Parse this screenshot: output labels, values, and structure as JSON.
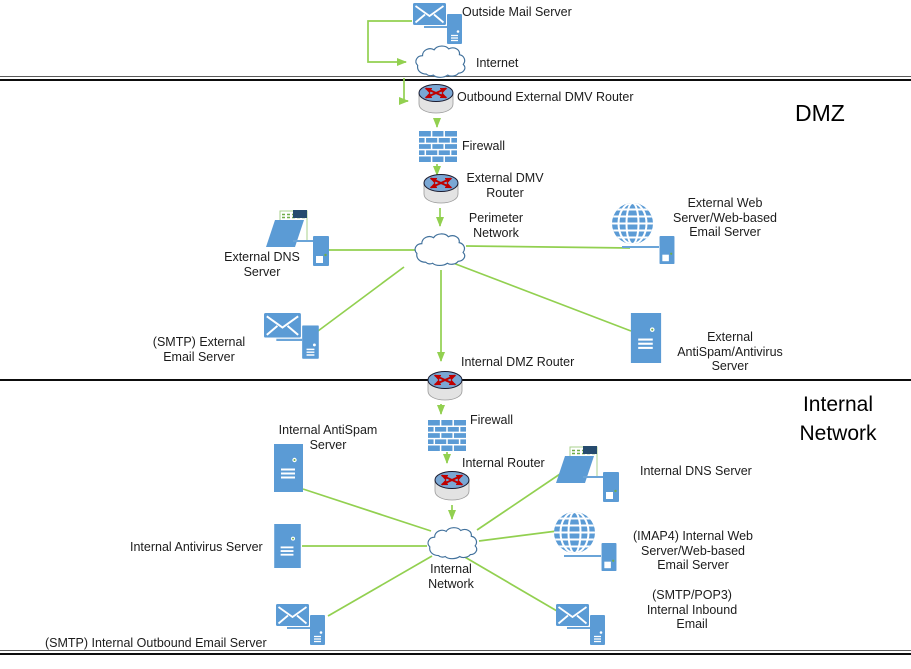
{
  "zones": {
    "dmz_label": "DMZ",
    "internal_label": "Internal Network"
  },
  "nodes": {
    "outside_mail": {
      "label": "Outside Mail Server",
      "icon": "mail-server-icon"
    },
    "internet": {
      "label": "Internet",
      "icon": "cloud-icon"
    },
    "outbound_router": {
      "label": "Outbound External DMV Router",
      "icon": "router-icon"
    },
    "firewall_dmz": {
      "label": "Firewall",
      "icon": "firewall-icon"
    },
    "external_dmv_router": {
      "label": "External DMV Router",
      "icon": "router-icon"
    },
    "perimeter_network": {
      "label": "Perimeter Network",
      "icon": "cloud-icon"
    },
    "external_dns": {
      "label": "External DNS Server",
      "icon": "dns-folder-server-icon"
    },
    "smtp_external": {
      "label": "(SMTP) External Email Server",
      "icon": "mail-server-icon"
    },
    "external_web": {
      "label": "External Web Server/Web-based Email Server",
      "icon": "globe-server-icon"
    },
    "external_antispam": {
      "label": "External AntiSpam/Antivirus Server",
      "icon": "tower-server-icon"
    },
    "internal_dmz_router": {
      "label": "Internal DMZ Router",
      "icon": "router-icon"
    },
    "firewall_internal": {
      "label": "Firewall",
      "icon": "firewall-icon"
    },
    "internal_router": {
      "label": "Internal Router",
      "icon": "router-icon"
    },
    "internal_network": {
      "label": "Internal Network",
      "icon": "cloud-icon"
    },
    "internal_antispam": {
      "label": "Internal AntiSpam Server",
      "icon": "tower-server-icon"
    },
    "internal_antivirus": {
      "label": "Internal Antivirus Server",
      "icon": "tower-server-icon"
    },
    "internal_dns": {
      "label": "Internal DNS Server",
      "icon": "dns-folder-server-icon"
    },
    "imap4_web": {
      "label": "(IMAP4) Internal Web Server/Web-based Email Server",
      "icon": "globe-server-icon"
    },
    "smtp_pop3_inbound": {
      "label": "(SMTP/POP3) Internal Inbound Email",
      "icon": "mail-server-icon"
    },
    "smtp_outbound": {
      "label": "(SMTP) Internal Outbound Email Server",
      "icon": "mail-server-icon"
    }
  },
  "edges": [
    [
      "outside_mail",
      "internet"
    ],
    [
      "internet",
      "outbound_router"
    ],
    [
      "outbound_router",
      "firewall_dmz"
    ],
    [
      "firewall_dmz",
      "external_dmv_router"
    ],
    [
      "external_dmv_router",
      "perimeter_network"
    ],
    [
      "perimeter_network",
      "external_dns"
    ],
    [
      "perimeter_network",
      "smtp_external"
    ],
    [
      "perimeter_network",
      "external_web"
    ],
    [
      "perimeter_network",
      "external_antispam"
    ],
    [
      "perimeter_network",
      "internal_dmz_router"
    ],
    [
      "internal_dmz_router",
      "firewall_internal"
    ],
    [
      "firewall_internal",
      "internal_router"
    ],
    [
      "internal_router",
      "internal_network"
    ],
    [
      "internal_network",
      "internal_antispam"
    ],
    [
      "internal_network",
      "internal_antivirus"
    ],
    [
      "internal_network",
      "internal_dns"
    ],
    [
      "internal_network",
      "imap4_web"
    ],
    [
      "internal_network",
      "smtp_outbound"
    ],
    [
      "internal_network",
      "smtp_pop3_inbound"
    ]
  ],
  "colors": {
    "icon_blue": "#5b9bd5",
    "connector_green": "#92d050",
    "router_arrow_red": "#c00000",
    "router_top_blue": "#7aa7d4",
    "cloud_stroke": "#41719c",
    "divider": "#0d0d0d"
  }
}
